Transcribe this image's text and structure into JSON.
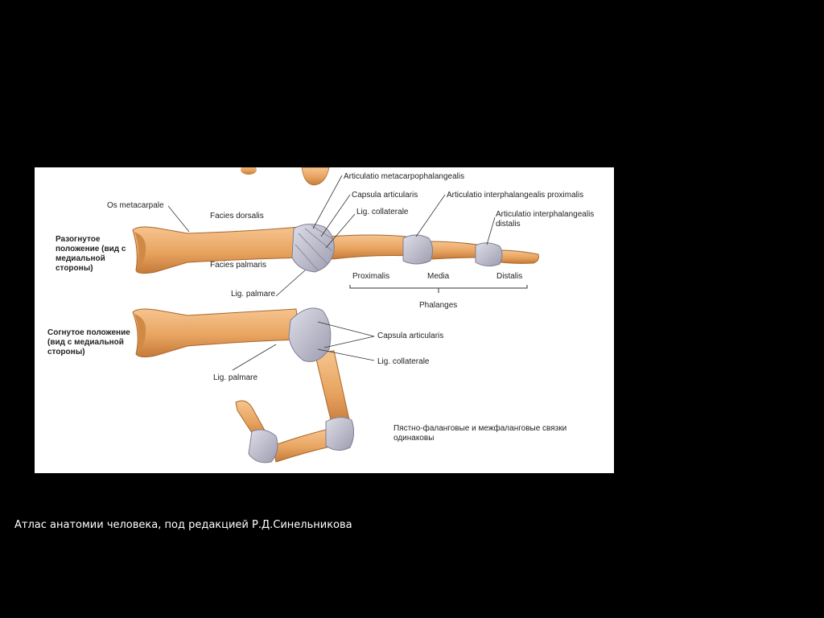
{
  "caption": "Атлас анатомии человека, под редакцией Р.Д.Синельникова",
  "figure": {
    "side_labels": {
      "extended": "Разогнутое положение (вид с медиальной стороны)",
      "flexed": "Согнутое положение (вид с медиальной стороны)"
    },
    "labels": {
      "articulatio_mcp": "Articulatio metacarpophalangealis",
      "capsula_top": "Capsula articularis",
      "articulatio_ip_proximalis": "Articulatio interphalangealis proximalis",
      "lig_collaterale_top": "Lig. collaterale",
      "articulatio_ip_distalis": "Articulatio interphalangealis distalis",
      "os_metacarpale": "Os metacarpale",
      "facies_dorsalis": "Facies dorsalis",
      "facies_palmaris": "Facies palmaris",
      "lig_palmare_top": "Lig. palmare",
      "proximalis": "Proximalis",
      "media": "Media",
      "distalis": "Distalis",
      "phalanges": "Phalanges",
      "capsula_bottom": "Capsula articularis",
      "lig_collaterale_bottom": "Lig. collaterale",
      "lig_palmare_bottom": "Lig. palmare",
      "note": "Пястно-фаланговые и межфаланговые связки одинаковы"
    },
    "colors": {
      "bone": "#e8a460",
      "bone_dark": "#c57a3a",
      "ligament": "#b9b9c9",
      "background": "#ffffff"
    }
  }
}
